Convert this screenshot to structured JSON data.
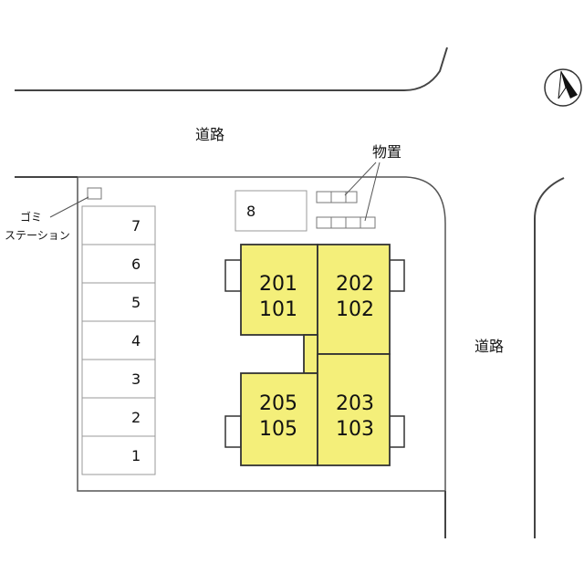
{
  "labels": {
    "road_top": "道路",
    "road_right": "道路",
    "storage": "物置",
    "garbage_line1": "ゴミ",
    "garbage_line2": "ステーション"
  },
  "parking": {
    "stalls": [
      "7",
      "6",
      "5",
      "4",
      "3",
      "2",
      "1"
    ],
    "extra": "8"
  },
  "units": {
    "nw_top": "201",
    "nw_bottom": "101",
    "ne_top": "202",
    "ne_bottom": "102",
    "sw_top": "205",
    "sw_bottom": "105",
    "se_top": "203",
    "se_bottom": "103"
  },
  "icons": {
    "north": "north-arrow-icon"
  },
  "colors": {
    "building": "#f4ef7a"
  }
}
